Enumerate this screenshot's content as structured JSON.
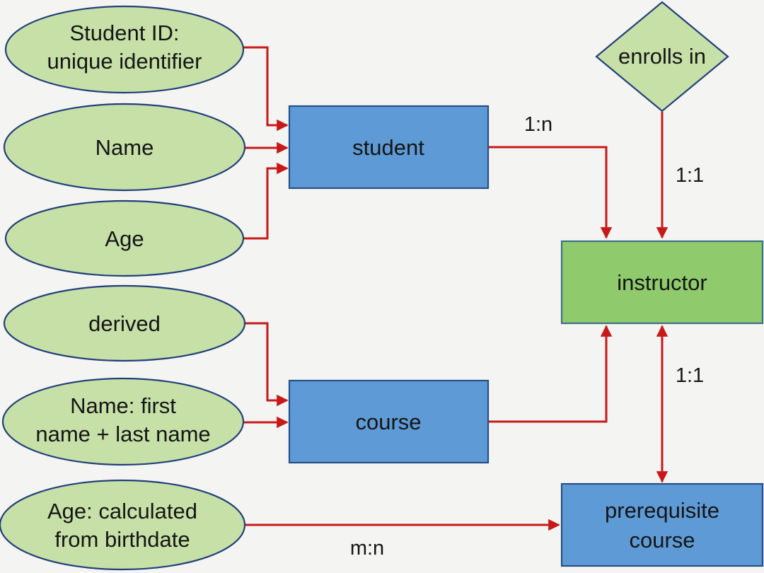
{
  "attributes": {
    "student_id": [
      "Student ID:",
      "unique identifier"
    ],
    "name": [
      "Name"
    ],
    "age": [
      "Age"
    ],
    "derived": [
      "derived"
    ],
    "full_name": [
      "Name: first",
      "name + last name"
    ],
    "age_calc": [
      "Age: calculated",
      "from birthdate"
    ]
  },
  "entities": {
    "student": [
      "student"
    ],
    "course": [
      "course"
    ],
    "instructor": [
      "instructor"
    ],
    "prerequisite": [
      "prerequisite",
      "course"
    ]
  },
  "relationships": {
    "enrolls_in": [
      "enrolls in"
    ]
  },
  "cardinalities": {
    "student_instructor": "1:n",
    "enrolls_instructor": "1:1",
    "instructor_prerequisite": "1:1",
    "age_prerequisite": "m:n"
  },
  "colors": {
    "attribute_fill": "#c6e0a8",
    "entity_blue": "#5e9bd6",
    "entity_green": "#8fca6c",
    "edge": "#c81818",
    "outline": "#233f7a"
  }
}
